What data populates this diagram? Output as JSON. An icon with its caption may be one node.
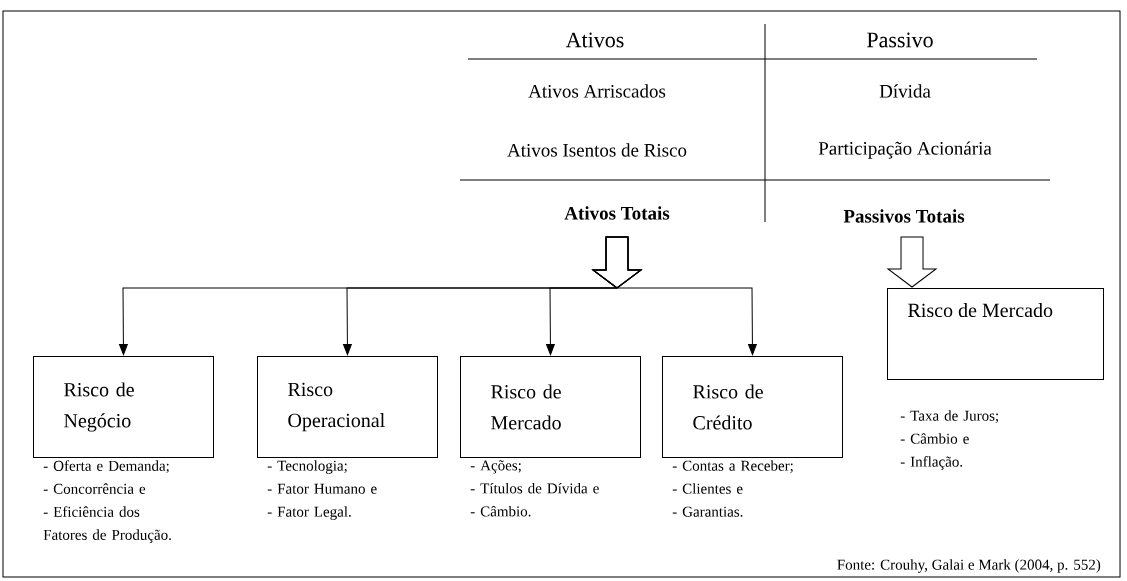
{
  "diagram": {
    "caption": "Fonte: Crouhy, Galai e Mark (2004, p. 552)",
    "nodes": [
      {
        "text": [
          "Ativos Totais"
        ]
      },
      {
        "text": [
          "Passivos Totais"
        ]
      },
      {
        "text": [
          "Risco de Negócio"
        ],
        "beside": [
          "- Oferta e Demanda;",
          "- Concorrência e",
          "- Eficiência dos Fatores de Produção."
        ]
      },
      {
        "text": [
          "Risco Operacional"
        ],
        "beside": [
          "- Tecnologia;",
          "- Fator Humano e",
          "- Fator Legal."
        ]
      },
      {
        "text": [
          "Risco de Mercado"
        ],
        "beside": [
          "- Ações;",
          "- Títulos de Dívida e",
          "- Câmbio."
        ]
      },
      {
        "text": [
          "Risco de Crédito"
        ],
        "beside": [
          "- Contas a Receber;",
          "- Clientes e",
          "- Garantias."
        ]
      },
      {
        "text": [
          "Risco de Mercado"
        ],
        "beside": [
          "- Taxa de Juros;",
          "- Câmbio e",
          "- Inflação."
        ]
      }
    ],
    "edges": [
      {
        "from": 0,
        "to": 2,
        "arrow": "to"
      },
      {
        "from": 0,
        "to": 3,
        "arrow": "to"
      },
      {
        "from": 0,
        "to": 4,
        "arrow": "to"
      },
      {
        "from": 0,
        "to": 5,
        "arrow": "to"
      },
      {
        "from": 1,
        "to": 6,
        "arrow": "to"
      }
    ],
    "labels": [
      "Ativos",
      "Passivo",
      "Ativos Arriscados",
      "Dívida",
      "Ativos Isentos de Risco",
      "Participação Acionária"
    ]
  }
}
